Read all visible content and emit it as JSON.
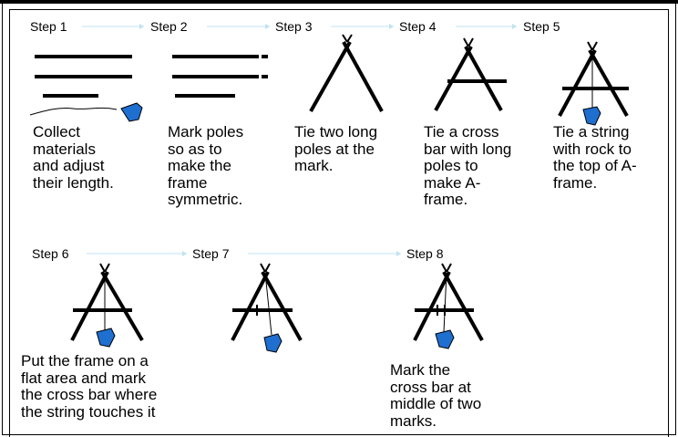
{
  "steps": [
    {
      "label": "Step 1",
      "lines": [
        "Collect",
        "materials",
        "and adjust",
        "their length."
      ]
    },
    {
      "label": "Step 2",
      "lines": [
        "Mark poles",
        "so as to",
        "make the",
        "frame",
        "symmetric."
      ]
    },
    {
      "label": "Step 3",
      "lines": [
        "Tie two long",
        "poles at the",
        "mark."
      ]
    },
    {
      "label": "Step 4",
      "lines": [
        "Tie a cross",
        "bar with long",
        "poles to",
        "make A-",
        "frame."
      ]
    },
    {
      "label": "Step 5",
      "lines": [
        "Tie a string",
        "with rock to",
        "the top of A-",
        "frame."
      ]
    },
    {
      "label": "Step 6",
      "lines": [
        "Put the frame on a",
        "flat area and mark",
        "the cross bar where",
        "the string touches it"
      ]
    },
    {
      "label": "Step 7",
      "lines": []
    },
    {
      "label": "Step 8",
      "lines": [
        "Mark the",
        "cross bar  at",
        "middle of two",
        "marks."
      ]
    }
  ],
  "colors": {
    "rock": "#1f6fd1",
    "arrow": "#bfe3f0",
    "ink": "#000000"
  }
}
